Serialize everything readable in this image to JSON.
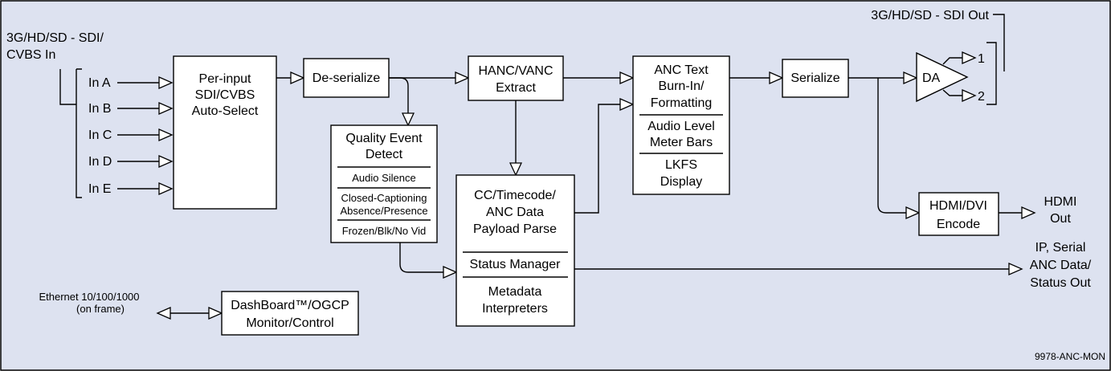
{
  "input_label": [
    "3G/HD/SD - SDI/",
    "CVBS In"
  ],
  "inputs": [
    "In A",
    "In B",
    "In C",
    "In D",
    "In E"
  ],
  "blocks": {
    "auto_select": [
      "Per-input",
      "SDI/CVBS",
      "Auto-Select"
    ],
    "deserialize": "De-serialize",
    "hanc_vanc": [
      "HANC/VANC",
      "Extract"
    ],
    "quality_title": [
      "Quality Event",
      "Detect"
    ],
    "quality_items": [
      "Audio Silence",
      "Closed-Captioning",
      "Absence/Presence",
      "Frozen/Blk/No Vid"
    ],
    "payload_parse": [
      "CC/Timecode/",
      "ANC Data",
      "Payload Parse"
    ],
    "status_manager": "Status Manager",
    "metadata": [
      "Metadata",
      "Interpreters"
    ],
    "burn_in": [
      "ANC Text",
      "Burn-In/",
      "Formatting"
    ],
    "audio_meter": [
      "Audio Level",
      "Meter Bars"
    ],
    "lkfs": [
      "LKFS",
      "Display"
    ],
    "serialize": "Serialize",
    "da": "DA",
    "hdmi_encode": [
      "HDMI/DVI",
      "Encode"
    ],
    "dashboard": [
      "DashBoard™/OGCP",
      "Monitor/Control"
    ]
  },
  "outputs": {
    "sdi_out": "3G/HD/SD - SDI Out",
    "da_out_1": "1",
    "da_out_2": "2",
    "hdmi_out": [
      "HDMI",
      "Out"
    ],
    "ip_out": [
      "IP, Serial",
      "ANC Data/",
      "Status Out"
    ]
  },
  "ethernet": [
    "Ethernet 10/100/1000",
    "(on frame)"
  ],
  "figure_id": "9978-ANC-MON",
  "colors": {
    "background": "#dde2f0",
    "box_fill": "#ffffff",
    "stroke": "#000000"
  }
}
